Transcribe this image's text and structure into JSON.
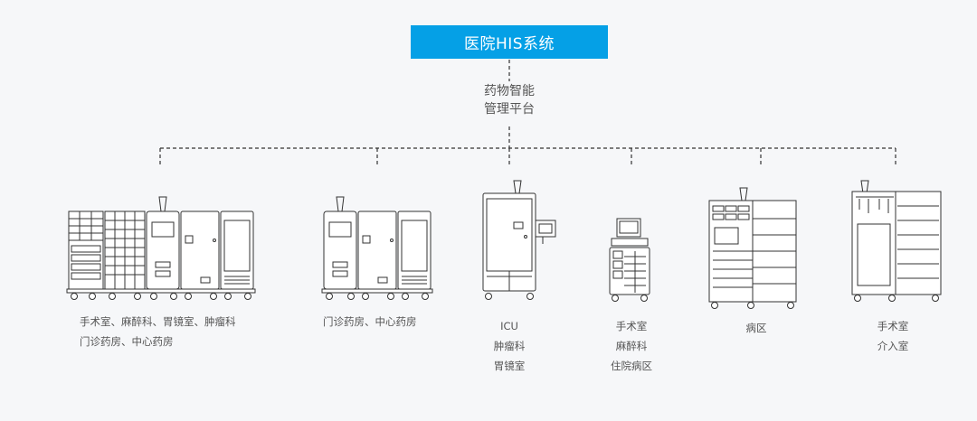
{
  "root": {
    "label": "医院HIS系统"
  },
  "platform": {
    "line1": "药物智能",
    "line2": "管理平台"
  },
  "colors": {
    "root_bg": "#05a0e6",
    "line": "#333333",
    "equipment_stroke": "#333333"
  },
  "branches": [
    {
      "equipment": "medicine-cabinet-array-icon",
      "lines": [
        "手术室、麻醉科、胃镜室、肿瘤科",
        "门诊药房、中心药房"
      ]
    },
    {
      "equipment": "medicine-cabinet-group-icon",
      "lines": [
        "门诊药房、中心药房"
      ]
    },
    {
      "equipment": "single-cabinet-with-screen-icon",
      "lines": [
        "ICU",
        "肿瘤科",
        "胃镜室"
      ]
    },
    {
      "equipment": "anesthesia-cart-icon",
      "lines": [
        "手术室",
        "麻醉科",
        "住院病区"
      ]
    },
    {
      "equipment": "ward-cabinet-icon",
      "lines": [
        "病区"
      ]
    },
    {
      "equipment": "consumable-cabinet-icon",
      "lines": [
        "手术室",
        "介入室"
      ]
    }
  ]
}
